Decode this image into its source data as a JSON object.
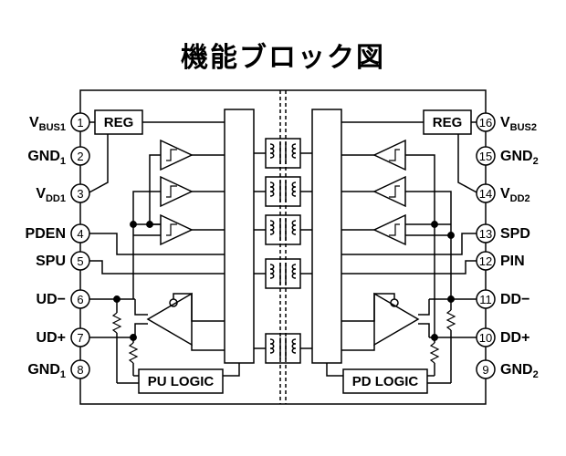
{
  "title": "機能ブロック図",
  "left_pins": [
    {
      "num": "1",
      "name": "V",
      "sub": "BUS1"
    },
    {
      "num": "2",
      "name": "GND",
      "sub": "1"
    },
    {
      "num": "3",
      "name": "V",
      "sub": "DD1"
    },
    {
      "num": "4",
      "name": "PDEN",
      "sub": ""
    },
    {
      "num": "5",
      "name": "SPU",
      "sub": ""
    },
    {
      "num": "6",
      "name": "UD−",
      "sub": ""
    },
    {
      "num": "7",
      "name": "UD+",
      "sub": ""
    },
    {
      "num": "8",
      "name": "GND",
      "sub": "1"
    }
  ],
  "right_pins": [
    {
      "num": "16",
      "name": "V",
      "sub": "BUS2"
    },
    {
      "num": "15",
      "name": "GND",
      "sub": "2"
    },
    {
      "num": "14",
      "name": "V",
      "sub": "DD2"
    },
    {
      "num": "13",
      "name": "SPD",
      "sub": ""
    },
    {
      "num": "12",
      "name": "PIN",
      "sub": ""
    },
    {
      "num": "11",
      "name": "DD−",
      "sub": ""
    },
    {
      "num": "10",
      "name": "DD+",
      "sub": ""
    },
    {
      "num": "9",
      "name": "GND",
      "sub": "2"
    }
  ],
  "blocks": {
    "reg_left": "REG",
    "reg_right": "REG",
    "pu_logic": "PU LOGIC",
    "pd_logic": "PD LOGIC"
  }
}
